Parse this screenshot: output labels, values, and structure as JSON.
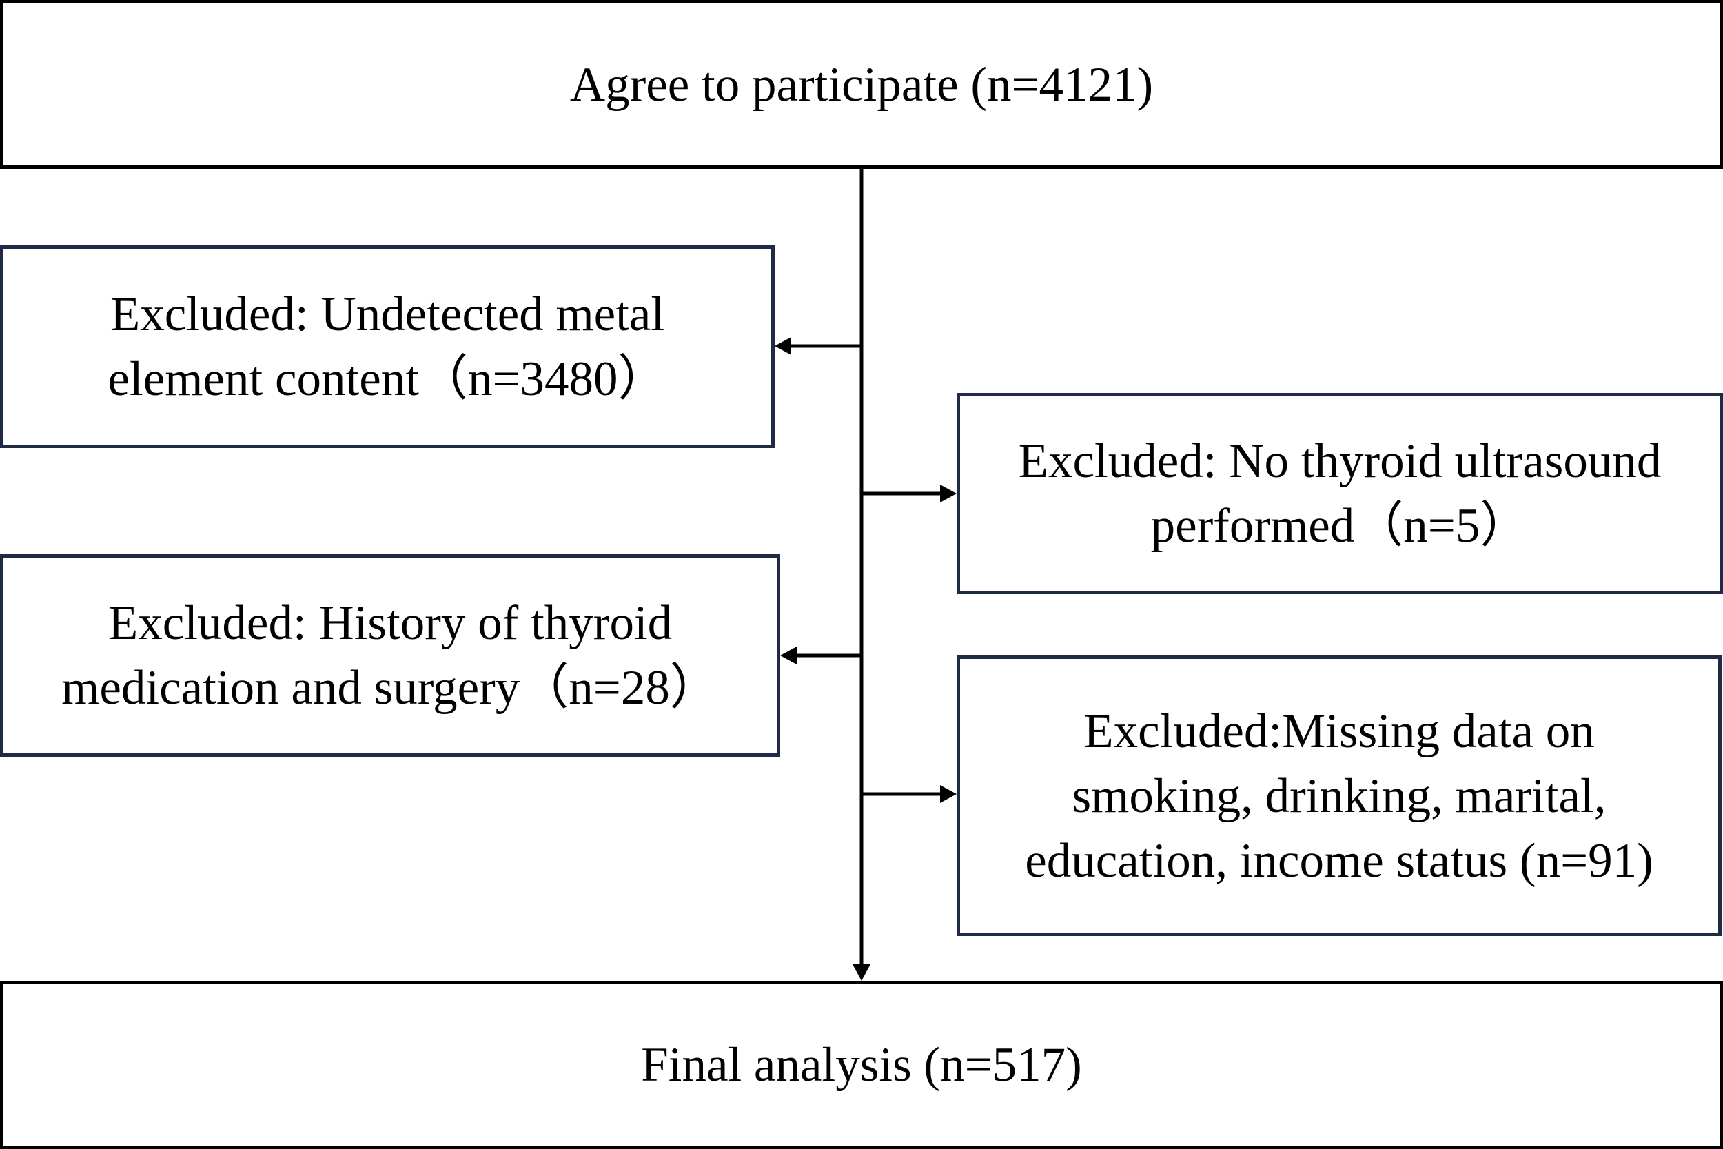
{
  "flowchart": {
    "top": {
      "label": "Agree to participate (n=4121)"
    },
    "exclusions": [
      {
        "label": "Excluded: Undetected metal element content（n=3480）",
        "side": "left"
      },
      {
        "label": "Excluded: No thyroid ultrasound performed（n=5）",
        "side": "right"
      },
      {
        "label": "Excluded: History of thyroid medication and surgery（n=28）",
        "side": "left"
      },
      {
        "label": "Excluded:Missing data on smoking, drinking, marital, education, income status (n=91)",
        "side": "right"
      }
    ],
    "bottom": {
      "label": "Final analysis (n=517)"
    }
  },
  "colors": {
    "line": "#000000",
    "exclusion_border": "#1f2a44",
    "main_border": "#000000",
    "background": "#ffffff"
  }
}
